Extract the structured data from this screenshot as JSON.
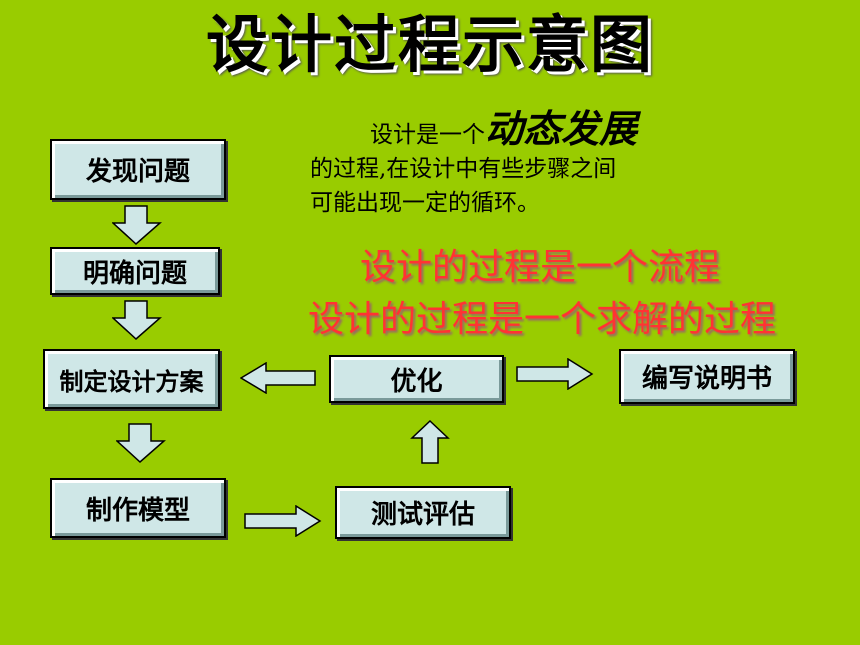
{
  "title": "设计过程示意图",
  "description": {
    "prefix": "设计是一个",
    "emphasis": "动态发展",
    "line2": "的过程,在设计中有些步骤之间",
    "line3": "可能出现一定的循环。"
  },
  "highlights": [
    "设计的过程是一个流程",
    "设计的过程是一个求解的过程"
  ],
  "steps": {
    "discover": "发现问题",
    "clarify": "明确问题",
    "plan": "制定设计方案",
    "model": "制作模型",
    "test": "测试评估",
    "optimize": "优化",
    "manual": "编写说明书"
  },
  "colors": {
    "background": "#99cc00",
    "box_fill": "#cfe7e7",
    "highlight_text": "#ff3333"
  }
}
